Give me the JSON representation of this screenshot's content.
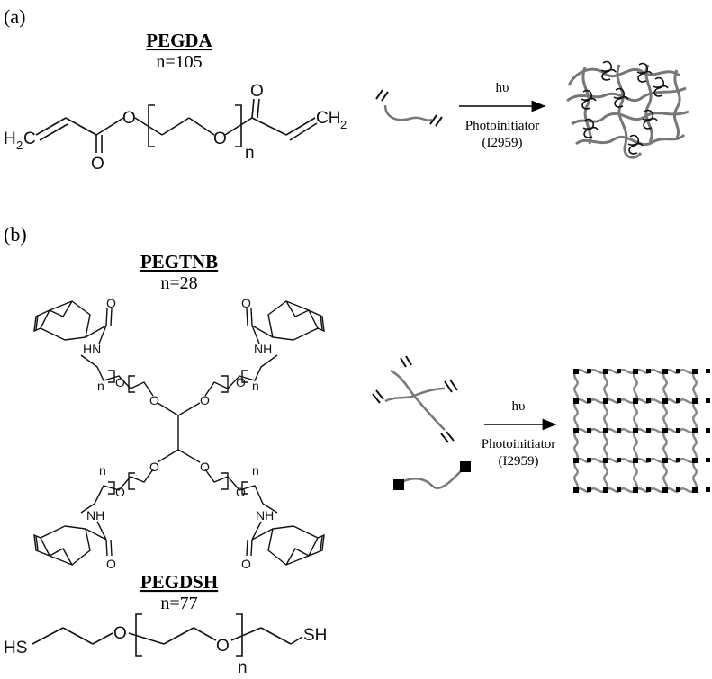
{
  "panel_a": {
    "label": "(a)",
    "title": "PEGDA",
    "n": "n=105",
    "atoms": {
      "h2c": "H",
      "h2c_sub": "2",
      "h2c_c": "C",
      "o1": "O",
      "o2": "O",
      "o_carbonyl_left": "O",
      "o_carbonyl_right": "O",
      "ch2": "CH",
      "ch2_sub": "2",
      "n_sub": "n"
    },
    "arrow": {
      "top": "hυ",
      "bottom1": "Photoinitiator",
      "bottom2": "(I2959)"
    }
  },
  "panel_b": {
    "label": "(b)",
    "title1": "PEGTNB",
    "n1": "n=28",
    "title2": "PEGDSH",
    "n2": "n=77",
    "atoms": {
      "hn_tl": "HN",
      "o_tl": "O",
      "n_tl": "n",
      "nh_tr": "NH",
      "o_tr": "O",
      "n_tr": "n",
      "nh_bl": "NH",
      "o_bl": "O",
      "n_bl": "n",
      "nh_br": "NH",
      "o_br": "O",
      "n_br": "n",
      "o_core1": "O",
      "o_core2": "O",
      "o_core3": "O",
      "o_core4": "O",
      "o_peg1": "O",
      "o_peg2": "O",
      "o_peg3": "O",
      "o_peg4": "O",
      "hs": "HS",
      "sh": "SH",
      "o_dsh1": "O",
      "o_dsh2": "O",
      "n_dsh": "n"
    },
    "arrow": {
      "top": "hυ",
      "bottom1": "Photoinitiator",
      "bottom2": "(I2959)"
    }
  }
}
